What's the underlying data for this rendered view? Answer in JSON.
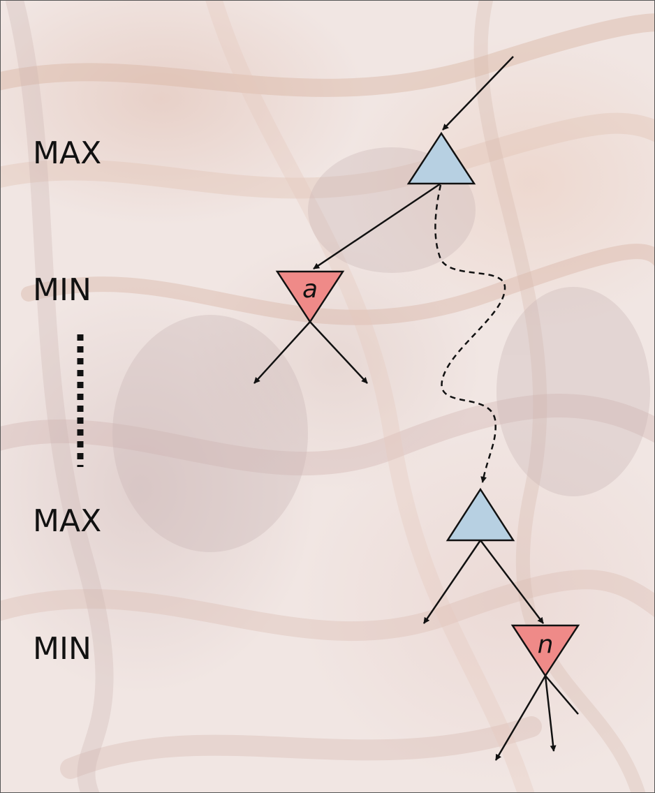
{
  "levels": [
    {
      "label": "MAX"
    },
    {
      "label": "MIN"
    },
    {
      "label": "MAX"
    },
    {
      "label": "MIN"
    }
  ],
  "nodes": {
    "min_a": {
      "label": "a"
    },
    "min_n": {
      "label": "n"
    }
  },
  "colors": {
    "max_fill": "#b7d0e2",
    "min_fill": "#ef8a88",
    "stroke": "#111111",
    "background": "#f1e6e3"
  }
}
